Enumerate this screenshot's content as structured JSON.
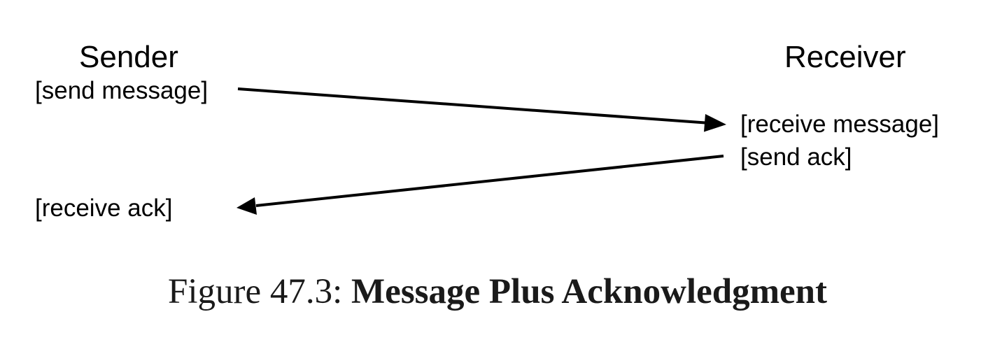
{
  "sender": {
    "heading": "Sender",
    "events": {
      "send_message": "[send message]",
      "receive_ack": "[receive ack]"
    }
  },
  "receiver": {
    "heading": "Receiver",
    "events": {
      "receive_message": "[receive message]",
      "send_ack": "[send ack]"
    }
  },
  "caption": {
    "label": "Figure 47.3:",
    "title": "Message Plus Acknowledgment"
  },
  "colors": {
    "text": "#000000",
    "arrow": "#000000",
    "caption": "#1a1a1a",
    "background": "#ffffff"
  }
}
